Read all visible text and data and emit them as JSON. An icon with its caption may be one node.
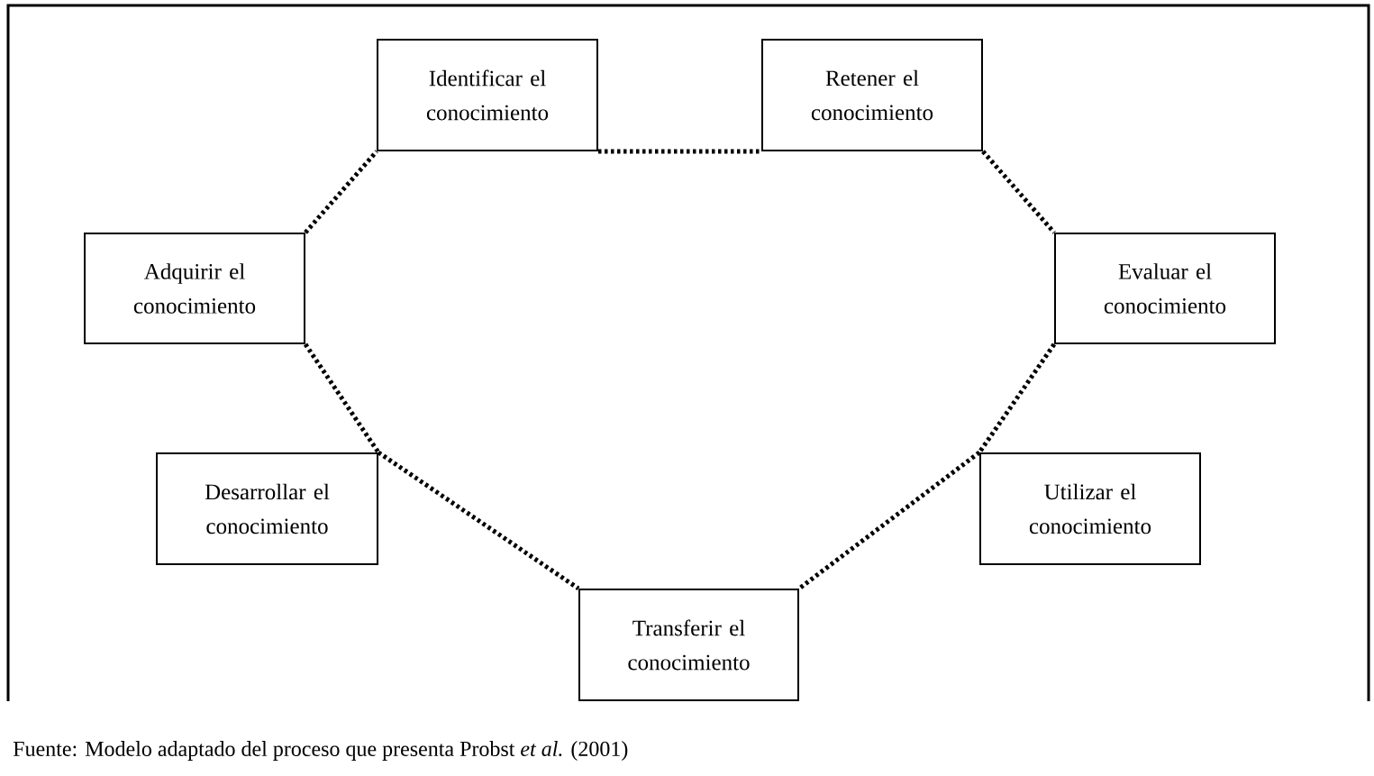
{
  "diagram": {
    "caption": "Fuente: Modelo adaptado del proceso que presenta Probst *et al.* (2001)",
    "nodes": [
      {
        "text": [
          "Identificar el conocimiento"
        ]
      },
      {
        "text": [
          "Retener el conocimiento"
        ]
      },
      {
        "text": [
          "Adquirir el conocimiento"
        ]
      },
      {
        "text": [
          "Evaluar el conocimiento"
        ]
      },
      {
        "text": [
          "Desarrollar el conocimiento"
        ]
      },
      {
        "text": [
          "Utilizar el conocimiento"
        ]
      },
      {
        "text": [
          "Transferir el conocimiento"
        ]
      }
    ],
    "edges": [
      {
        "from": 0,
        "to": 1,
        "arrow": "none",
        "style": "dashed"
      },
      {
        "from": 2,
        "to": 0,
        "arrow": "none",
        "style": "dashed"
      },
      {
        "from": 1,
        "to": 3,
        "arrow": "none",
        "style": "dashed"
      },
      {
        "from": 2,
        "to": 4,
        "arrow": "none",
        "style": "dashed"
      },
      {
        "from": 4,
        "to": 6,
        "arrow": "none",
        "style": "dashed"
      },
      {
        "from": 3,
        "to": 5,
        "arrow": "none",
        "style": "dashed"
      },
      {
        "from": 5,
        "to": 6,
        "arrow": "none",
        "style": "dashed"
      }
    ]
  }
}
